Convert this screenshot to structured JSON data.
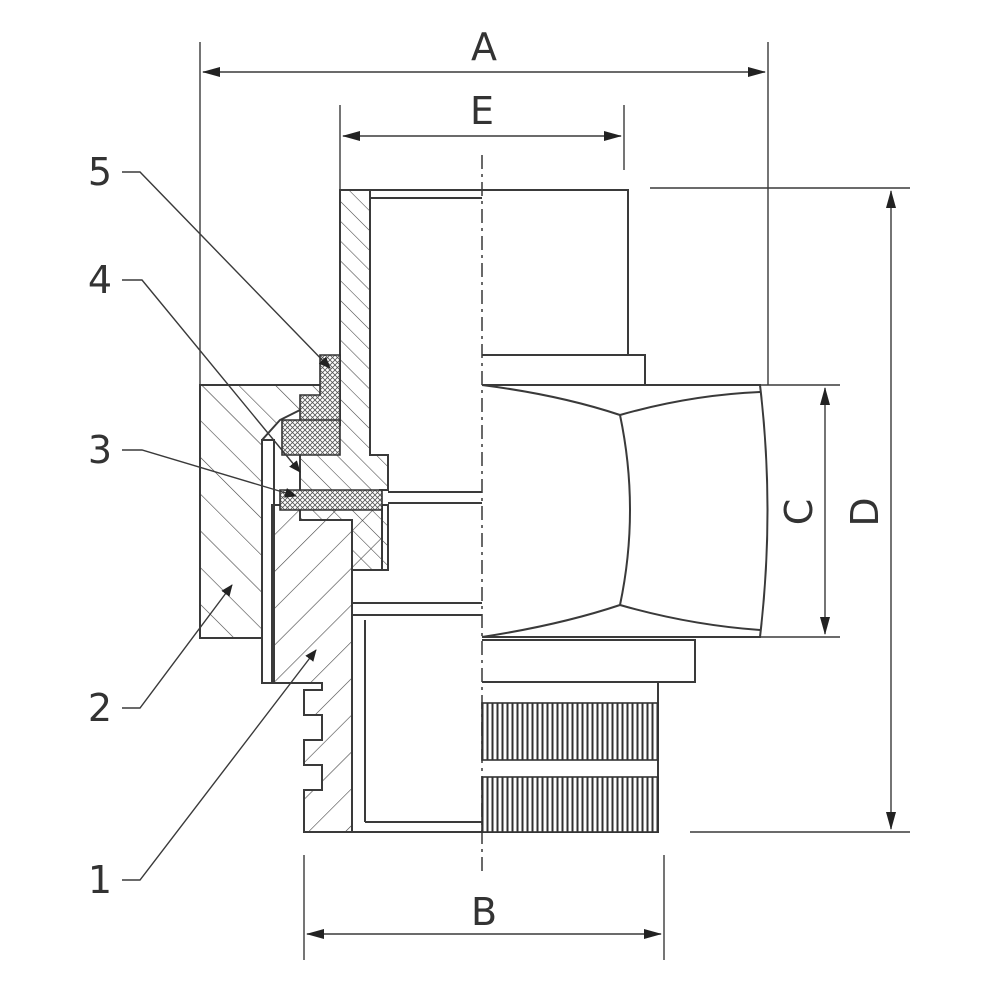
{
  "dimensions": {
    "A": "A",
    "B": "B",
    "C": "C",
    "D": "D",
    "E": "E"
  },
  "callouts": {
    "c1": "1",
    "c2": "2",
    "c3": "3",
    "c4": "4",
    "c5": "5"
  },
  "colors": {
    "line": "#3a3a3a",
    "text": "#333333",
    "background": "#ffffff"
  }
}
